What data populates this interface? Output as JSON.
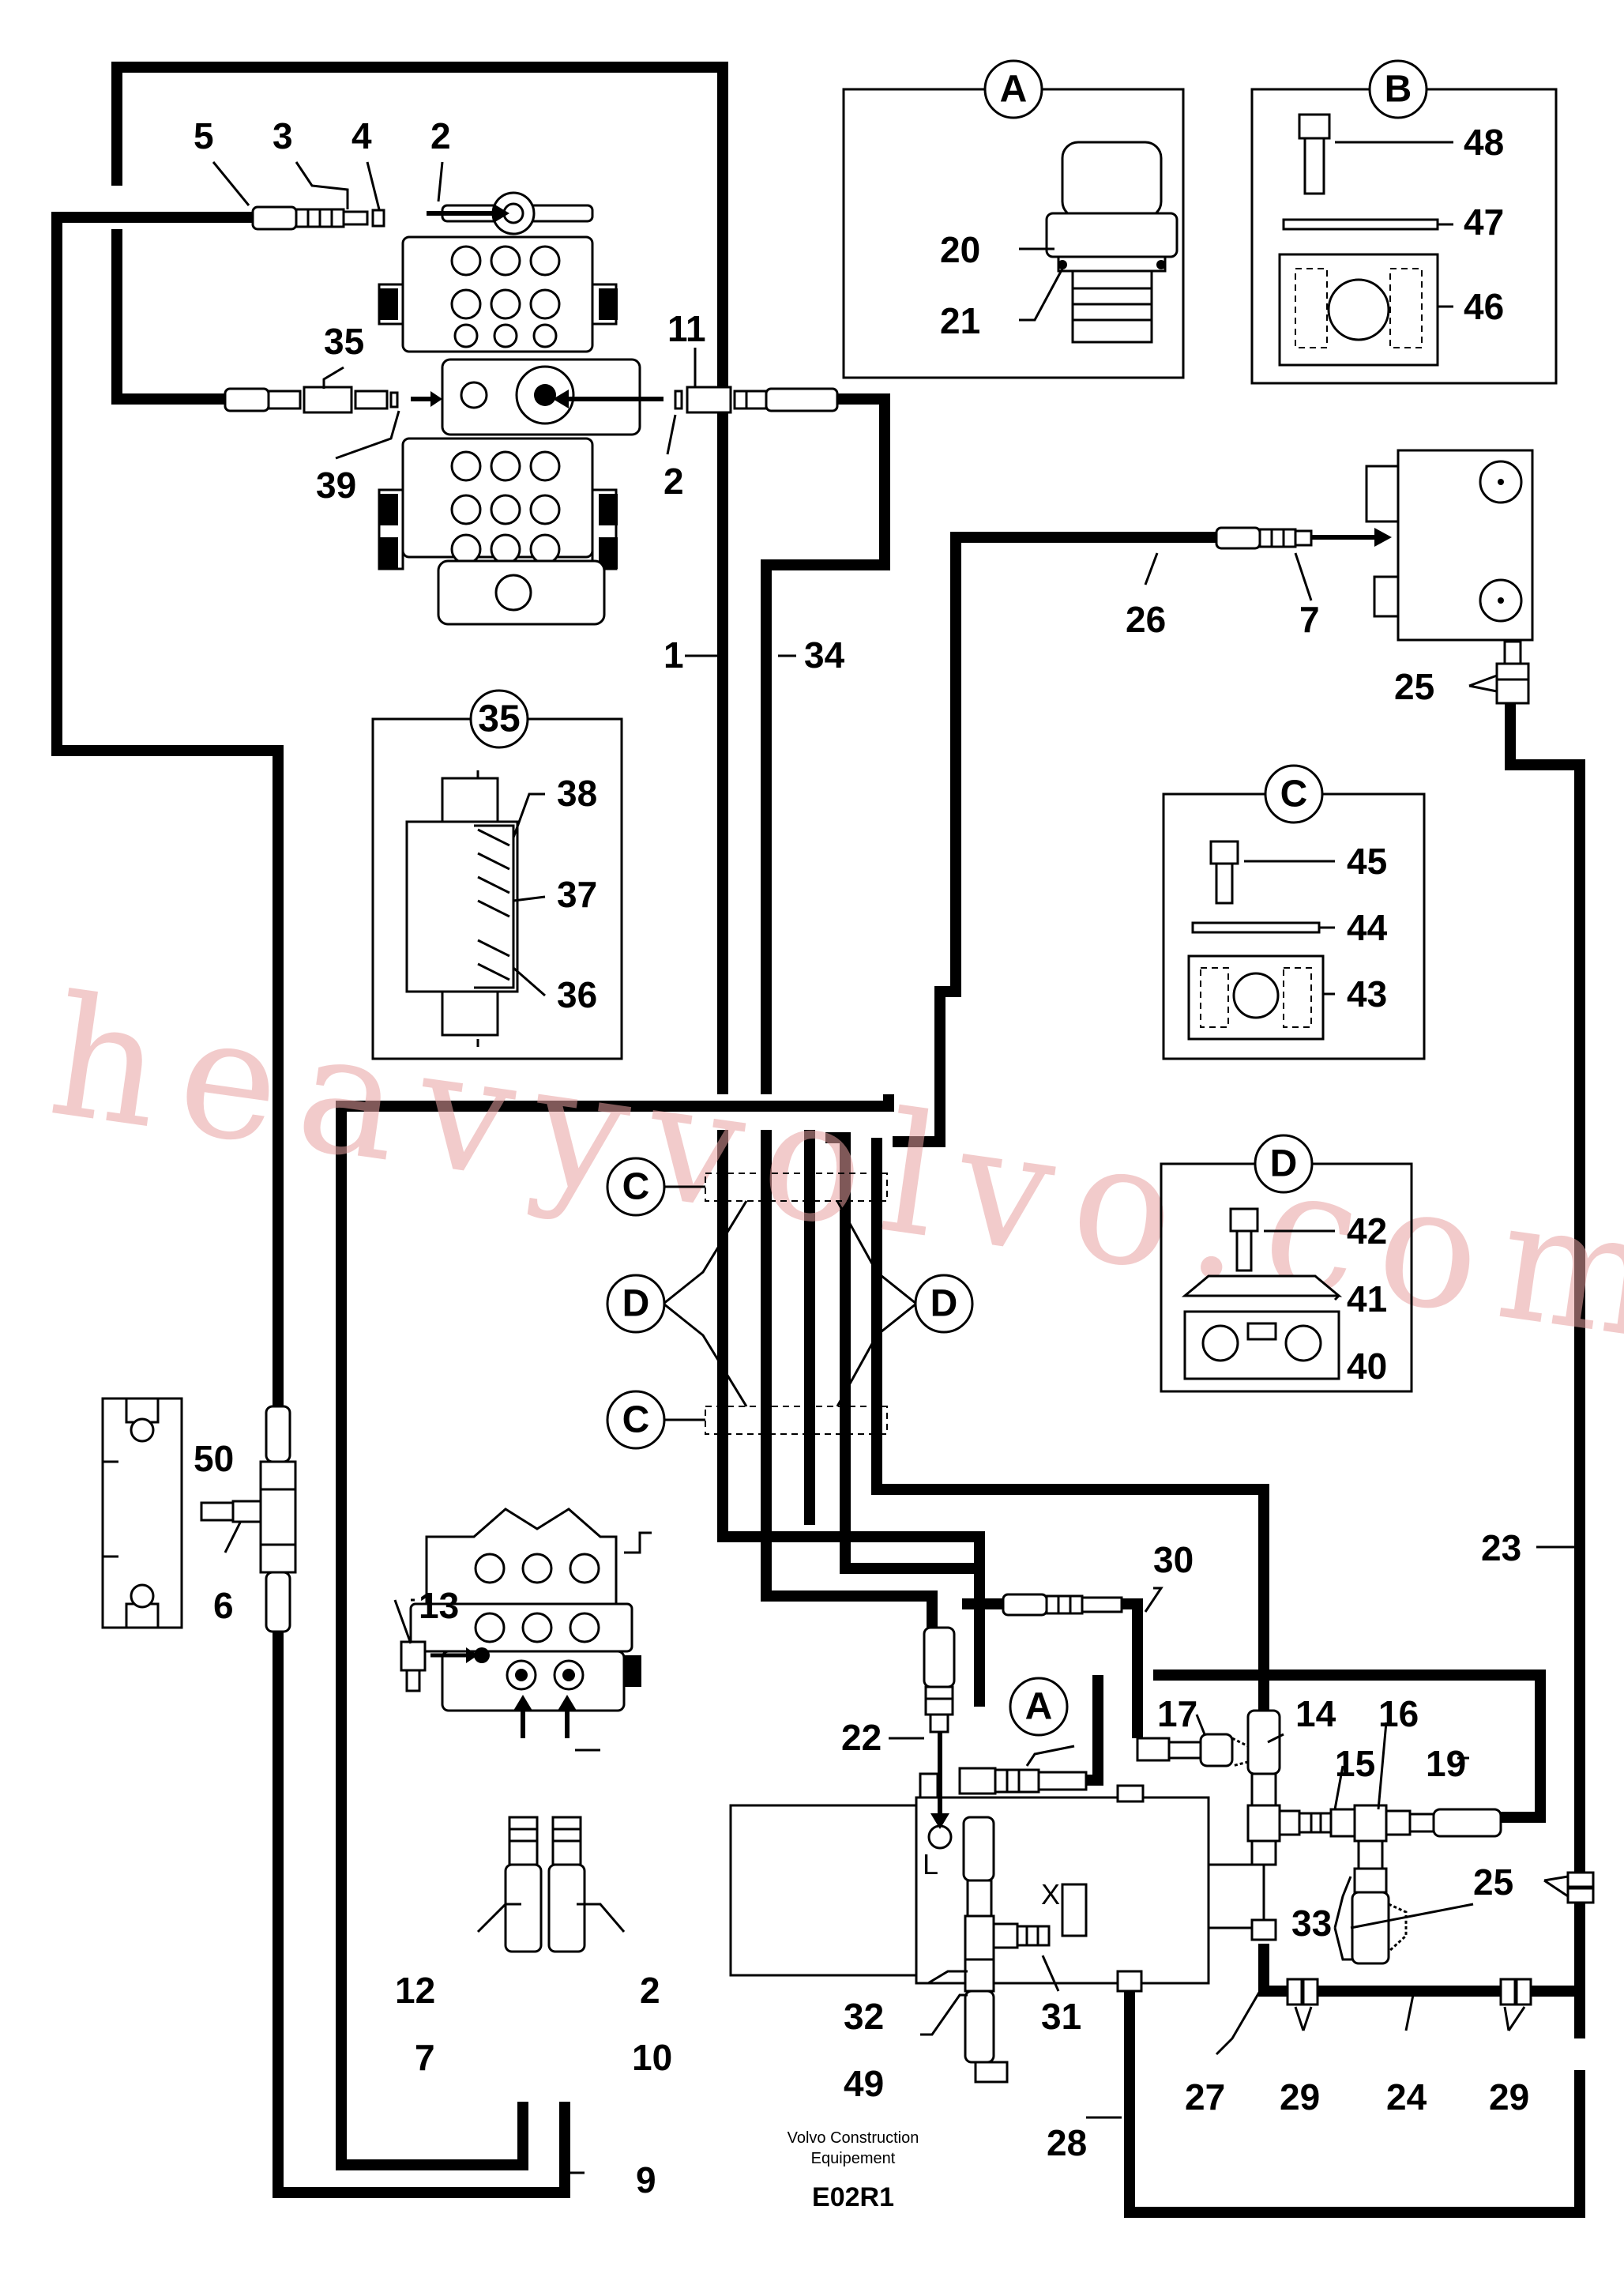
{
  "watermark": "heavyvolvo.com",
  "footer": {
    "brand_line1": "Volvo Construction",
    "brand_line2": "Equipement",
    "drawing_code": "E02R1"
  },
  "details": {
    "A": {
      "label": "A",
      "parts": [
        "20",
        "21"
      ]
    },
    "B": {
      "label": "B",
      "parts": [
        "48",
        "47",
        "46"
      ]
    },
    "C": {
      "label": "C",
      "parts": [
        "45",
        "44",
        "43"
      ]
    },
    "D": {
      "label": "D",
      "parts": [
        "42",
        "41",
        "40"
      ]
    },
    "35": {
      "label": "35",
      "parts": [
        "38",
        "37",
        "36"
      ]
    }
  },
  "callouts": {
    "c1": "1",
    "c2a": "2",
    "c2b": "2",
    "c2c": "2",
    "c3": "3",
    "c4": "4",
    "c5": "5",
    "c6": "6",
    "c7a": "7",
    "c7b": "7",
    "c9": "9",
    "c10": "10",
    "c11": "11",
    "c12": "12",
    "c13": "13",
    "c14": "14",
    "c15": "15",
    "c16": "16",
    "c17": "17",
    "c19": "19",
    "c20": "20",
    "c21": "21",
    "c22": "22",
    "c23": "23",
    "c24": "24",
    "c25a": "25",
    "c25b": "25",
    "c26": "26",
    "c27": "27",
    "c28": "28",
    "c29a": "29",
    "c29b": "29",
    "c30": "30",
    "c31": "31",
    "c32": "32",
    "c33": "33",
    "c34": "34",
    "c35": "35",
    "c36": "36",
    "c37": "37",
    "c38": "38",
    "c39": "39",
    "c40": "40",
    "c41": "41",
    "c42": "42",
    "c43": "43",
    "c44": "44",
    "c45": "45",
    "c46": "46",
    "c47": "47",
    "c48": "48",
    "c49": "49",
    "c50": "50"
  },
  "port_labels": {
    "L": "L",
    "X": "X"
  },
  "clamp_refs": {
    "C_top": "C",
    "D_left": "D",
    "D_right": "D",
    "C_bottom": "C",
    "A_ref": "A"
  }
}
